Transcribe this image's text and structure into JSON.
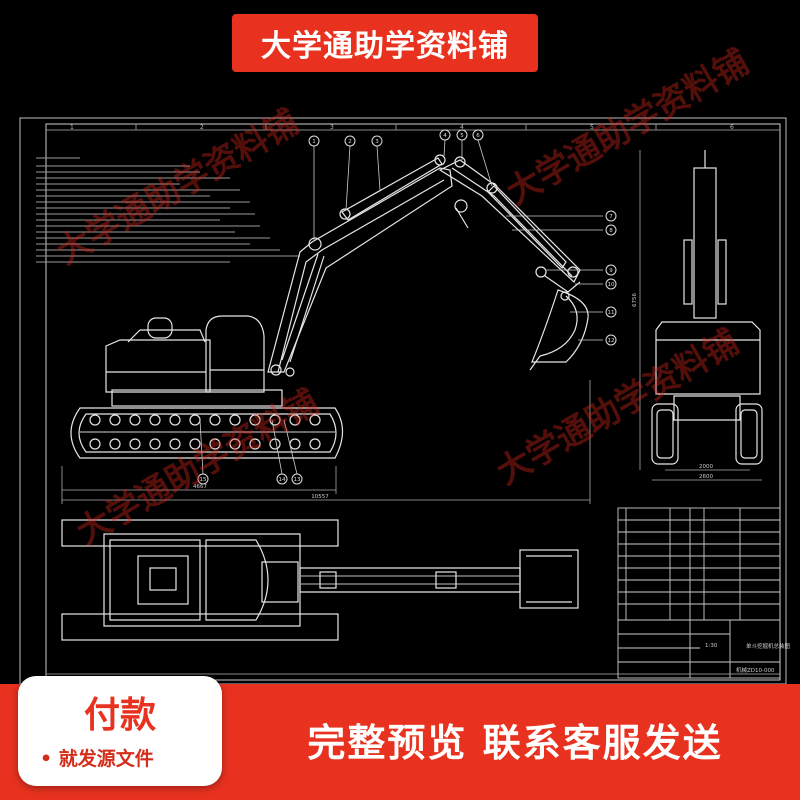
{
  "banner": {
    "title": "大学通助学资料铺"
  },
  "watermark": {
    "text": "大学通助学资料铺"
  },
  "payment": {
    "title": "付款",
    "subtitle": "• 就发源文件"
  },
  "preview": {
    "text": "完整预览 联系客服发送"
  },
  "drawing": {
    "column_labels": [
      "1",
      "2",
      "3",
      "4",
      "5",
      "6"
    ],
    "part_balloons": [
      "1",
      "2",
      "3",
      "4",
      "5",
      "6",
      "7",
      "8",
      "9",
      "10",
      "11",
      "12",
      "13",
      "14",
      "15"
    ],
    "dimensions": {
      "overall_length": "10557",
      "track_length": "4667",
      "width_inner": "2000",
      "width_outer": "2600",
      "height": "6756"
    },
    "title_block": {
      "scale": "1:30",
      "drawing_name": "单斗挖掘机总装图",
      "drawing_number": "机械ZD10-000"
    }
  }
}
